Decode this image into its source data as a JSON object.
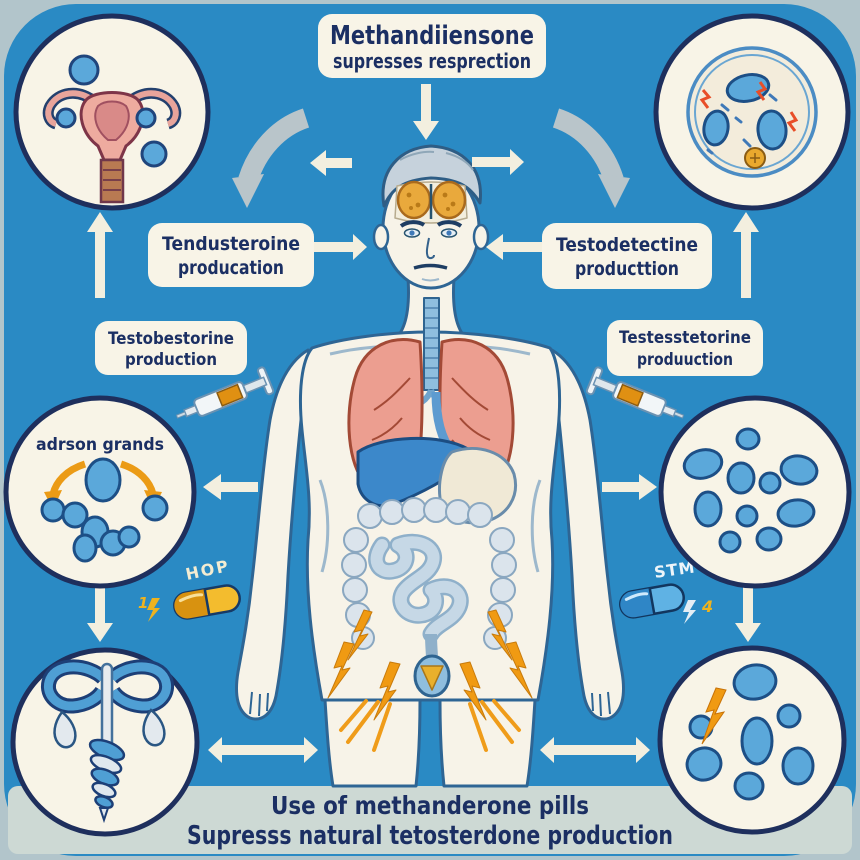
{
  "title_banner": {
    "line1": "Methandiiensone",
    "line2": "supresses resprection"
  },
  "labels": {
    "left_top": {
      "line1": "Tendusteroine",
      "line2": "producation"
    },
    "left_mid": {
      "line1": "Testobestorine",
      "line2": "production"
    },
    "right_top": {
      "line1": "Testodetectine",
      "line2": "producttion"
    },
    "right_mid": {
      "line1": "Testesstetorine",
      "line2": "produuction"
    }
  },
  "adrenal_circle": {
    "label": "adrson grands"
  },
  "pills": {
    "left_label": "HOP",
    "left_mark": "1",
    "right_label": "STM",
    "right_mark": "4"
  },
  "caption": {
    "line1": "Use of methanderone pills",
    "line2": "Supresss natural tetosterdone production"
  },
  "icons": [
    "uterus-ovaries-illustration",
    "cell-illustration",
    "adrenal-glands-illustration",
    "hormone-blobs-illustration",
    "male-reproductive-illustration",
    "cells-lightning-illustration",
    "human-figure",
    "brain-icon",
    "lungs-icon",
    "liver-icon",
    "stomach-icon",
    "intestines-icon",
    "syringe-icon",
    "capsule-icon",
    "lightning-icon",
    "arrow-icon"
  ],
  "colors": {
    "background_blue": "#2a8ac4",
    "margin_gray": "#b2c5cb",
    "cream": "#f8f4e6",
    "navy_text": "#1b2f63",
    "blob_blue": "#5ba8da",
    "blob_outline": "#1d4f86",
    "lightning_orange": "#f09a12",
    "capsule_gold": "#e9a813",
    "capsule_blue": "#3f98d4",
    "lungs_pink": "#ec9e90",
    "liver_blue": "#3c88ca",
    "caption_band": "#cdd9d4",
    "arrow_cream": "#f3efdf",
    "arrow_gray": "#b9c5ca"
  }
}
